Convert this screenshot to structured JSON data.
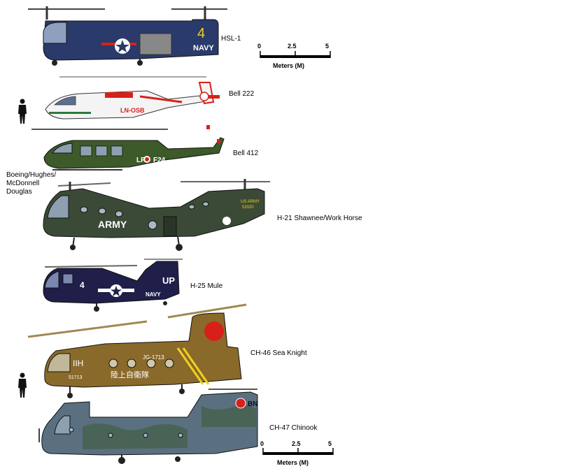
{
  "labels": {
    "hsl1": "HSL-1",
    "bell222": "Bell 222",
    "bell412": "Bell 412",
    "manufacturer": "Boeing/Hughes/ McDonnell Douglas",
    "h21": "H-21 Shawnee/Work Horse",
    "h25": "H-25 Mule",
    "ch46": "CH-46 Sea Knight",
    "ch47": "CH-47 Chinook"
  },
  "markings": {
    "hsl1_number": "4",
    "hsl1_navy": "NAVY",
    "bell222_reg": "LN-OSB",
    "bell412_reg": "LP",
    "bell412_reg2": "F24",
    "h21_army": "ARMY",
    "h21_usarmy": "US ARMY",
    "h21_serial": "52020",
    "h25_number": "4",
    "h25_up": "UP",
    "h25_navy": "NAVY",
    "ch46_code": "IIH",
    "ch46_serial": "JG-1713",
    "ch46_num": "51713",
    "ch46_kanji": "陸上自衛隊",
    "ch47_code": "BN"
  },
  "scale_top": {
    "t0": "0",
    "t1": "2.5",
    "t2": "5",
    "units": "Meters (M)"
  },
  "scale_bottom": {
    "t0": "0",
    "t1": "2.5",
    "t2": "5",
    "units": "Meters (M)"
  },
  "colors": {
    "navy_blue": "#2a3a6a",
    "olive": "#3d5a2a",
    "army_green": "#3b4a36",
    "brown": "#8a6a2a",
    "camo_blue": "#5a7080",
    "red": "#d8201a"
  }
}
